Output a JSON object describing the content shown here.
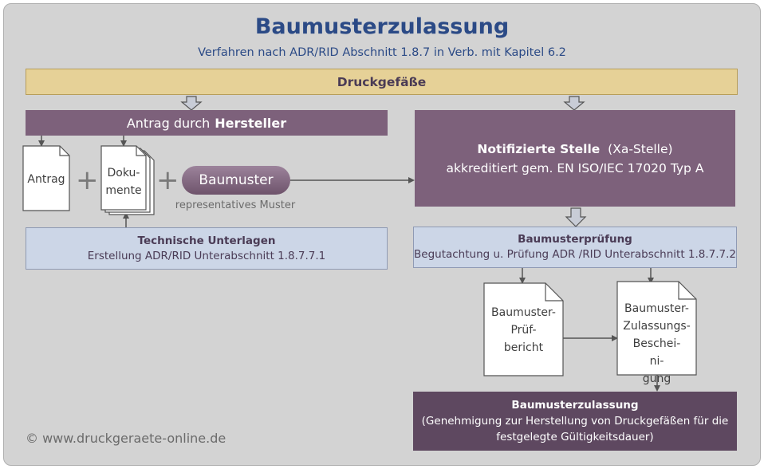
{
  "title": "Baumusterzulassung",
  "subtitle": "Verfahren nach ADR/RID Abschnitt 1.8.7 in Verb. mit Kapitel 6.2",
  "druckgefaesse": "Druckgefäße",
  "antrag_bar": {
    "prefix": "Antrag durch",
    "bold": "Hersteller"
  },
  "docs": {
    "antrag": "Antrag",
    "dokumente_line1": "Doku-",
    "dokumente_line2": "mente"
  },
  "plus_symbol": "+",
  "baumuster": {
    "label": "Baumuster",
    "caption": "representatives Muster"
  },
  "technische_unterlagen": {
    "title": "Technische Unterlagen",
    "text": "Erstellung  ADR/RID  Unterabschnitt 1.8.7.7.1"
  },
  "notifizierte_stelle": {
    "bold": "Notifizierte Stelle",
    "suffix": "(Xa-Stelle)",
    "line2": "akkreditiert gem. EN ISO/IEC 17020 Typ A"
  },
  "baumusterpruefung": {
    "title": "Baumusterprüfung",
    "text": "Begutachtung u. Prüfung ADR /RID Unterabschnitt  1.8.7.7.2"
  },
  "pruefbericht": {
    "line1": "Baumuster-",
    "line2": "Prüf-",
    "line3": "bericht"
  },
  "bescheinigung": {
    "line1": "Baumuster-",
    "line2": "Zulassungs-",
    "line3": "Beschei-",
    "line4": "ni-",
    "line5": "gung"
  },
  "baumusterzulassung": {
    "title": "Baumusterzulassung",
    "line1": "(Genehmigung zur Herstellung von Druckgefäßen für die",
    "line2": "festgelegte Gültigkeitsdauer)"
  },
  "copyright": "© www.druckgeraete-online.de",
  "colors": {
    "title": "#2b4a86",
    "druck_bar": "#e6d197",
    "purple": "#7d617b",
    "dark_purple": "#5e4860",
    "light_blue": "#ccd6e7",
    "background": "#d3d3d3"
  }
}
